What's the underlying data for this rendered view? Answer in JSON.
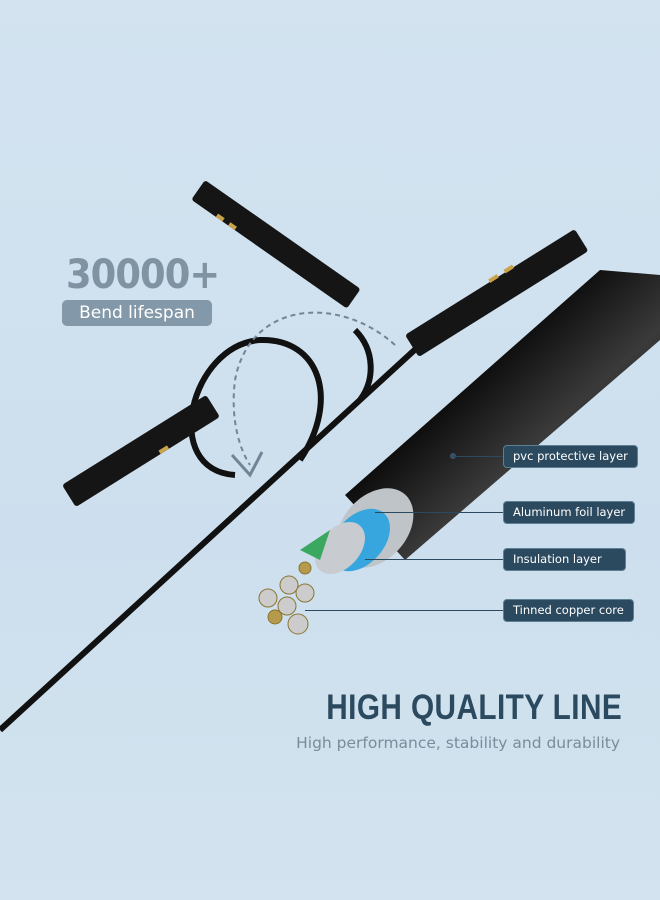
{
  "badge": {
    "count": "30000+",
    "label": "Bend lifespan"
  },
  "layers": [
    {
      "label": "pvc protective layer"
    },
    {
      "label": "Aluminum foil layer"
    },
    {
      "label": "Insulation layer"
    },
    {
      "label": "Tinned copper core"
    }
  ],
  "headline": {
    "title": "HIGH QUALITY LINE",
    "subtitle": "High performance, stability and durability"
  },
  "colors": {
    "background": "#cfe0ee",
    "label_bg": "#2c4a5f",
    "badge_gray": "#8398a8"
  }
}
